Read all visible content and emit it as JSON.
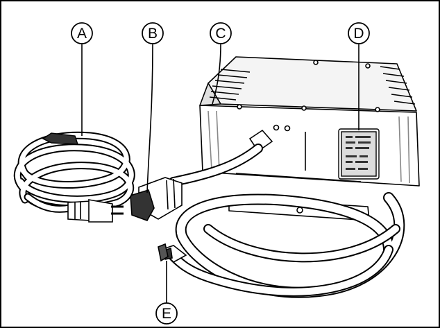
{
  "figure": {
    "callouts": [
      {
        "id": "A",
        "label": "A",
        "part": "ac-power-cord"
      },
      {
        "id": "B",
        "label": "B",
        "part": "charger-plug"
      },
      {
        "id": "C",
        "label": "C",
        "part": "charger-housing"
      },
      {
        "id": "D",
        "label": "D",
        "part": "status-indicator-panel"
      },
      {
        "id": "E",
        "label": "E",
        "part": "dc-output-connector"
      }
    ],
    "colors": {
      "line": "#000000",
      "background": "#ffffff",
      "shadow": "#cfcfcf",
      "dark_fill": "#3a3a3a"
    }
  }
}
